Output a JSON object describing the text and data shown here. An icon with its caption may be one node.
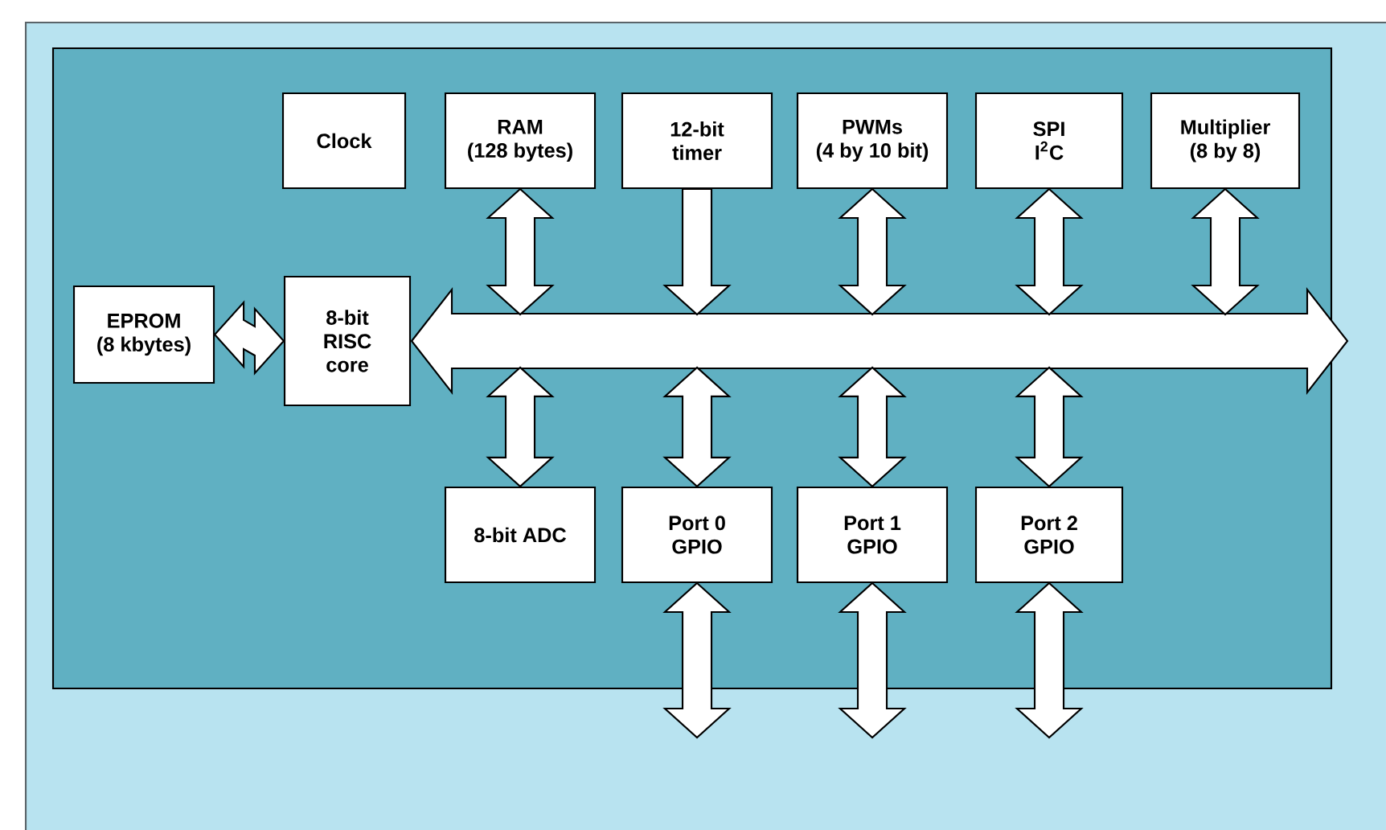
{
  "diagram": {
    "nodes": [
      {
        "text": [],
        "shape": "box"
      },
      {
        "text": [
          "Clock"
        ],
        "in": 0
      },
      {
        "text": [
          "RAM",
          "(128 bytes)"
        ],
        "in": 0
      },
      {
        "text": [
          "12-bit timer"
        ],
        "in": 0
      },
      {
        "text": [
          "PWMs",
          "(4 by 10 bit)"
        ],
        "in": 0
      },
      {
        "text": [
          "SPI",
          "I$^{2}$C"
        ],
        "in": 0
      },
      {
        "text": [
          "Multiplier",
          "(8 by 8)"
        ],
        "in": 0
      },
      {
        "text": [
          "EPROM",
          "(8 kbytes)"
        ],
        "in": 0
      },
      {
        "text": [
          "8-bit RISC core"
        ],
        "in": 0
      },
      {
        "text": [],
        "shape": "bar",
        "in": 0
      },
      {
        "text": [
          "8-bit ADC"
        ],
        "in": 0
      },
      {
        "text": [
          "Port 0",
          "GPIO"
        ],
        "in": 0
      },
      {
        "text": [
          "Port 1",
          "GPIO"
        ],
        "in": 0
      },
      {
        "text": [
          "Port 2",
          "GPIO"
        ],
        "in": 0
      }
    ],
    "edges": [
      {
        "from": 7,
        "to": 8,
        "arrow": "both"
      },
      {
        "from": 2,
        "to": 9,
        "arrow": "both"
      },
      {
        "from": 3,
        "to": 9,
        "arrow": "to"
      },
      {
        "from": 4,
        "to": 9,
        "arrow": "both"
      },
      {
        "from": 5,
        "to": 9,
        "arrow": "both"
      },
      {
        "from": 6,
        "to": 9,
        "arrow": "both"
      },
      {
        "from": 9,
        "to": 10,
        "arrow": "both"
      },
      {
        "from": 9,
        "to": 11,
        "arrow": "both"
      },
      {
        "from": 9,
        "to": 12,
        "arrow": "both"
      },
      {
        "from": 9,
        "to": 13,
        "arrow": "both"
      },
      {
        "from": 11,
        "to": null,
        "arrow": "both"
      },
      {
        "from": 12,
        "to": null,
        "arrow": "both"
      },
      {
        "from": 13,
        "to": null,
        "arrow": "both"
      }
    ]
  }
}
